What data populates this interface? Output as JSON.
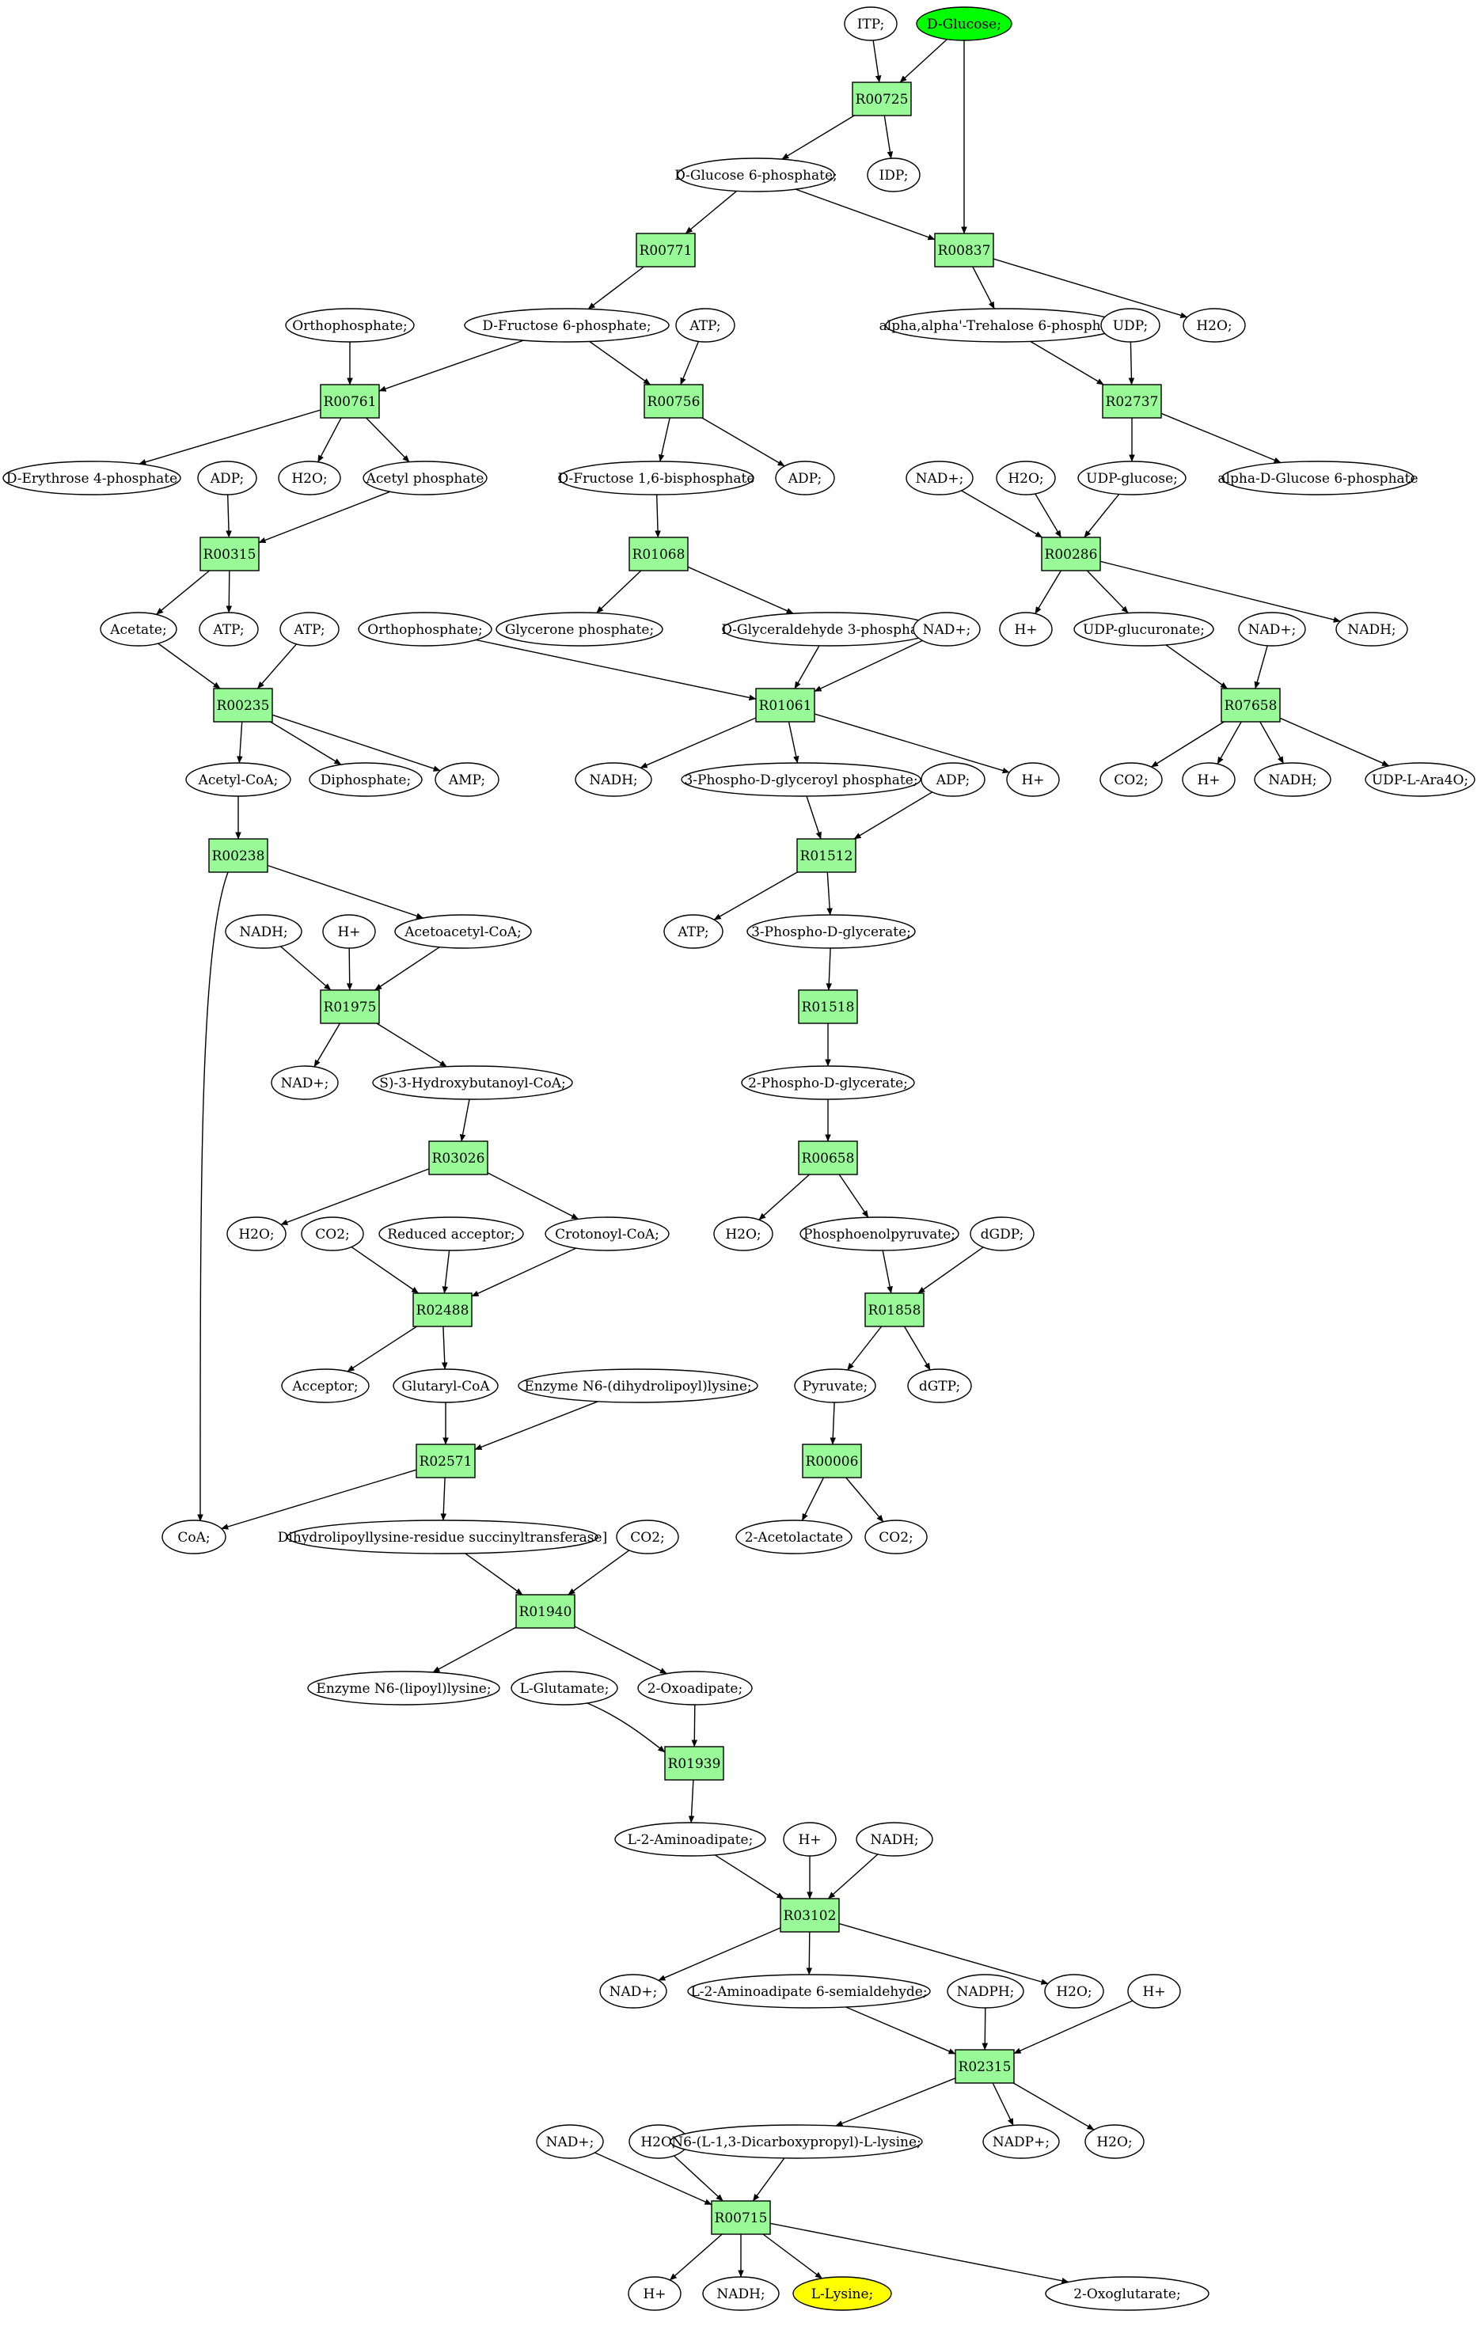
{
  "colors": {
    "reaction": "#98fb98",
    "compound": "#ffffff",
    "start": "#00ff00",
    "target": "#ffff00",
    "line": "#000000"
  },
  "nodes": {
    "ITP": {
      "label": "ITP;",
      "kind": "compound"
    },
    "DGLC": {
      "label": "D-Glucose;",
      "kind": "start"
    },
    "R00725": {
      "label": "R00725",
      "kind": "reaction"
    },
    "G6P": {
      "label": "D-Glucose 6-phosphate;",
      "kind": "compound"
    },
    "IDP": {
      "label": "IDP;",
      "kind": "compound"
    },
    "R00771": {
      "label": "R00771",
      "kind": "reaction"
    },
    "R00837": {
      "label": "R00837",
      "kind": "reaction"
    },
    "ORTHO1": {
      "label": "Orthophosphate;",
      "kind": "compound"
    },
    "F6P": {
      "label": "D-Fructose 6-phosphate;",
      "kind": "compound"
    },
    "ATP1": {
      "label": "ATP;",
      "kind": "compound"
    },
    "TRE6P": {
      "label": "alpha,alpha'-Trehalose 6-phosphate;",
      "kind": "compound"
    },
    "UDP": {
      "label": "UDP;",
      "kind": "compound"
    },
    "H2O_1": {
      "label": "H2O;",
      "kind": "compound"
    },
    "R00761": {
      "label": "R00761",
      "kind": "reaction"
    },
    "R00756": {
      "label": "R00756",
      "kind": "reaction"
    },
    "R02737": {
      "label": "R02737",
      "kind": "reaction"
    },
    "E4P": {
      "label": "D-Erythrose 4-phosphate",
      "kind": "compound"
    },
    "ADP1": {
      "label": "ADP;",
      "kind": "compound"
    },
    "H2O_2": {
      "label": "H2O;",
      "kind": "compound"
    },
    "ACP": {
      "label": "Acetyl phosphate",
      "kind": "compound"
    },
    "FBP": {
      "label": "D-Fructose 1,6-bisphosphate",
      "kind": "compound"
    },
    "ADP2": {
      "label": "ADP;",
      "kind": "compound"
    },
    "NADp1": {
      "label": "NAD+;",
      "kind": "compound"
    },
    "H2O_3": {
      "label": "H2O;",
      "kind": "compound"
    },
    "UDPG": {
      "label": "UDP-glucose;",
      "kind": "compound"
    },
    "AG6P": {
      "label": "alpha-D-Glucose 6-phosphate",
      "kind": "compound"
    },
    "R00315": {
      "label": "R00315",
      "kind": "reaction"
    },
    "R01068": {
      "label": "R01068",
      "kind": "reaction"
    },
    "R00286": {
      "label": "R00286",
      "kind": "reaction"
    },
    "ACE": {
      "label": "Acetate;",
      "kind": "compound"
    },
    "ATP2": {
      "label": "ATP;",
      "kind": "compound"
    },
    "ATP3": {
      "label": "ATP;",
      "kind": "compound"
    },
    "ORTHO2": {
      "label": "Orthophosphate;",
      "kind": "compound"
    },
    "GLYP": {
      "label": "Glycerone phosphate;",
      "kind": "compound"
    },
    "GAP": {
      "label": "D-Glyceraldehyde 3-phosphate;",
      "kind": "compound"
    },
    "NADp2": {
      "label": "NAD+;",
      "kind": "compound"
    },
    "Hp1": {
      "label": "H+",
      "kind": "compound"
    },
    "UDPGA": {
      "label": "UDP-glucuronate;",
      "kind": "compound"
    },
    "NADp3": {
      "label": "NAD+;",
      "kind": "compound"
    },
    "NADH1": {
      "label": "NADH;",
      "kind": "compound"
    },
    "R00235": {
      "label": "R00235",
      "kind": "reaction"
    },
    "R01061": {
      "label": "R01061",
      "kind": "reaction"
    },
    "R07658": {
      "label": "R07658",
      "kind": "reaction"
    },
    "ACOA": {
      "label": "Acetyl-CoA;",
      "kind": "compound"
    },
    "DIP": {
      "label": "Diphosphate;",
      "kind": "compound"
    },
    "AMP": {
      "label": "AMP;",
      "kind": "compound"
    },
    "NADH2": {
      "label": "NADH;",
      "kind": "compound"
    },
    "PGP": {
      "label": "3-Phospho-D-glyceroyl phosphate;",
      "kind": "compound"
    },
    "ADP3": {
      "label": "ADP;",
      "kind": "compound"
    },
    "Hp2": {
      "label": "H+",
      "kind": "compound"
    },
    "CO2_1": {
      "label": "CO2;",
      "kind": "compound"
    },
    "Hp3": {
      "label": "H+",
      "kind": "compound"
    },
    "NADH3": {
      "label": "NADH;",
      "kind": "compound"
    },
    "UDPARA": {
      "label": "UDP-L-Ara4O;",
      "kind": "compound"
    },
    "R00238": {
      "label": "R00238",
      "kind": "reaction"
    },
    "R01512": {
      "label": "R01512",
      "kind": "reaction"
    },
    "NADH4": {
      "label": "NADH;",
      "kind": "compound"
    },
    "Hp4": {
      "label": "H+",
      "kind": "compound"
    },
    "AACOA": {
      "label": "Acetoacetyl-CoA;",
      "kind": "compound"
    },
    "ATP4": {
      "label": "ATP;",
      "kind": "compound"
    },
    "PG3": {
      "label": "3-Phospho-D-glycerate;",
      "kind": "compound"
    },
    "R01975": {
      "label": "R01975",
      "kind": "reaction"
    },
    "R01518": {
      "label": "R01518",
      "kind": "reaction"
    },
    "NADp4": {
      "label": "NAD+;",
      "kind": "compound"
    },
    "HBCOA": {
      "label": "S)-3-Hydroxybutanoyl-CoA;",
      "kind": "compound"
    },
    "PG2": {
      "label": "2-Phospho-D-glycerate;",
      "kind": "compound"
    },
    "R03026": {
      "label": "R03026",
      "kind": "reaction"
    },
    "R00658": {
      "label": "R00658",
      "kind": "reaction"
    },
    "H2O_4": {
      "label": "H2O;",
      "kind": "compound"
    },
    "CO2_2": {
      "label": "CO2;",
      "kind": "compound"
    },
    "REDACC": {
      "label": "Reduced acceptor;",
      "kind": "compound"
    },
    "CRCOA": {
      "label": "Crotonoyl-CoA;",
      "kind": "compound"
    },
    "H2O_5": {
      "label": "H2O;",
      "kind": "compound"
    },
    "PEP": {
      "label": "Phosphoenolpyruvate;",
      "kind": "compound"
    },
    "DGDP": {
      "label": "dGDP;",
      "kind": "compound"
    },
    "R02488": {
      "label": "R02488",
      "kind": "reaction"
    },
    "R01858": {
      "label": "R01858",
      "kind": "reaction"
    },
    "ACC": {
      "label": "Acceptor;",
      "kind": "compound"
    },
    "GLUCOA": {
      "label": "Glutaryl-CoA",
      "kind": "compound"
    },
    "ENZDL": {
      "label": "Enzyme N6-(dihydrolipoyl)lysine;",
      "kind": "compound"
    },
    "PYR": {
      "label": "Pyruvate;",
      "kind": "compound"
    },
    "DGTP": {
      "label": "dGTP;",
      "kind": "compound"
    },
    "R02571": {
      "label": "R02571",
      "kind": "reaction"
    },
    "R00006": {
      "label": "R00006",
      "kind": "reaction"
    },
    "COA": {
      "label": "CoA;",
      "kind": "compound"
    },
    "DHLST": {
      "label": "Dihydrolipoyllysine-residue succinyltransferase]",
      "kind": "compound"
    },
    "CO2_3": {
      "label": "CO2;",
      "kind": "compound"
    },
    "ACL": {
      "label": "2-Acetolactate",
      "kind": "compound"
    },
    "CO2_4": {
      "label": "CO2;",
      "kind": "compound"
    },
    "R01940": {
      "label": "R01940",
      "kind": "reaction"
    },
    "ENZL": {
      "label": "Enzyme N6-(lipoyl)lysine;",
      "kind": "compound"
    },
    "LGLU": {
      "label": "L-Glutamate;",
      "kind": "compound"
    },
    "OXAD": {
      "label": "2-Oxoadipate;",
      "kind": "compound"
    },
    "R01939": {
      "label": "R01939",
      "kind": "reaction"
    },
    "L2AA": {
      "label": "L-2-Aminoadipate;",
      "kind": "compound"
    },
    "Hp5": {
      "label": "H+",
      "kind": "compound"
    },
    "NADH5": {
      "label": "NADH;",
      "kind": "compound"
    },
    "R03102": {
      "label": "R03102",
      "kind": "reaction"
    },
    "NADp5": {
      "label": "NAD+;",
      "kind": "compound"
    },
    "L2AASA": {
      "label": "L-2-Aminoadipate 6-semialdehyde;",
      "kind": "compound"
    },
    "NADPH": {
      "label": "NADPH;",
      "kind": "compound"
    },
    "H2O_6": {
      "label": "H2O;",
      "kind": "compound"
    },
    "Hp6": {
      "label": "H+",
      "kind": "compound"
    },
    "R02315": {
      "label": "R02315",
      "kind": "reaction"
    },
    "NADp6": {
      "label": "NAD+;",
      "kind": "compound"
    },
    "H2O_7": {
      "label": "H2O;",
      "kind": "compound"
    },
    "SACCH": {
      "label": "N6-(L-1,3-Dicarboxypropyl)-L-lysine;",
      "kind": "compound"
    },
    "NADPp": {
      "label": "NADP+;",
      "kind": "compound"
    },
    "H2O_8": {
      "label": "H2O;",
      "kind": "compound"
    },
    "R00715": {
      "label": "R00715",
      "kind": "reaction"
    },
    "Hp7": {
      "label": "H+",
      "kind": "compound"
    },
    "NADH6": {
      "label": "NADH;",
      "kind": "compound"
    },
    "LLYS": {
      "label": "L-Lysine;",
      "kind": "target"
    },
    "OXGLU": {
      "label": "2-Oxoglutarate;",
      "kind": "compound"
    }
  },
  "edges": [
    [
      "ITP",
      "R00725"
    ],
    [
      "DGLC",
      "R00725"
    ],
    [
      "DGLC",
      "R00837"
    ],
    [
      "R00725",
      "G6P"
    ],
    [
      "R00725",
      "IDP"
    ],
    [
      "G6P",
      "R00771"
    ],
    [
      "G6P",
      "R00837"
    ],
    [
      "R00771",
      "F6P"
    ],
    [
      "R00837",
      "TRE6P"
    ],
    [
      "R00837",
      "H2O_1"
    ],
    [
      "ORTHO1",
      "R00761"
    ],
    [
      "F6P",
      "R00761"
    ],
    [
      "F6P",
      "R00756"
    ],
    [
      "ATP1",
      "R00756"
    ],
    [
      "TRE6P",
      "R02737"
    ],
    [
      "UDP",
      "R02737"
    ],
    [
      "R00761",
      "E4P"
    ],
    [
      "R00761",
      "H2O_2"
    ],
    [
      "R00761",
      "ACP"
    ],
    [
      "R00756",
      "FBP"
    ],
    [
      "R00756",
      "ADP2"
    ],
    [
      "R02737",
      "UDPG"
    ],
    [
      "R02737",
      "AG6P"
    ],
    [
      "ADP1",
      "R00315"
    ],
    [
      "ACP",
      "R00315"
    ],
    [
      "FBP",
      "R01068"
    ],
    [
      "NADp1",
      "R00286"
    ],
    [
      "H2O_3",
      "R00286"
    ],
    [
      "UDPG",
      "R00286"
    ],
    [
      "R00315",
      "ACE"
    ],
    [
      "R00315",
      "ATP2"
    ],
    [
      "R01068",
      "GLYP"
    ],
    [
      "R01068",
      "GAP"
    ],
    [
      "R00286",
      "Hp1"
    ],
    [
      "R00286",
      "UDPGA"
    ],
    [
      "R00286",
      "NADH1"
    ],
    [
      "ACE",
      "R00235"
    ],
    [
      "ATP3",
      "R00235"
    ],
    [
      "ORTHO2",
      "R01061"
    ],
    [
      "GAP",
      "R01061"
    ],
    [
      "NADp2",
      "R01061"
    ],
    [
      "UDPGA",
      "R07658"
    ],
    [
      "NADp3",
      "R07658"
    ],
    [
      "R00235",
      "ACOA"
    ],
    [
      "R00235",
      "DIP"
    ],
    [
      "R00235",
      "AMP"
    ],
    [
      "R01061",
      "NADH2"
    ],
    [
      "R01061",
      "PGP"
    ],
    [
      "R01061",
      "Hp2"
    ],
    [
      "R07658",
      "CO2_1"
    ],
    [
      "R07658",
      "Hp3"
    ],
    [
      "R07658",
      "NADH3"
    ],
    [
      "R07658",
      "UDPARA"
    ],
    [
      "ACOA",
      "R00238"
    ],
    [
      "PGP",
      "R01512"
    ],
    [
      "ADP3",
      "R01512"
    ],
    [
      "R00238",
      "AACOA"
    ],
    [
      "R00238",
      "COA"
    ],
    [
      "R01512",
      "ATP4"
    ],
    [
      "R01512",
      "PG3"
    ],
    [
      "NADH4",
      "R01975"
    ],
    [
      "Hp4",
      "R01975"
    ],
    [
      "AACOA",
      "R01975"
    ],
    [
      "PG3",
      "R01518"
    ],
    [
      "R01975",
      "NADp4"
    ],
    [
      "R01975",
      "HBCOA"
    ],
    [
      "R01518",
      "PG2"
    ],
    [
      "HBCOA",
      "R03026"
    ],
    [
      "PG2",
      "R00658"
    ],
    [
      "R03026",
      "H2O_4"
    ],
    [
      "R03026",
      "CRCOA"
    ],
    [
      "R00658",
      "H2O_5"
    ],
    [
      "R00658",
      "PEP"
    ],
    [
      "CO2_2",
      "R02488"
    ],
    [
      "REDACC",
      "R02488"
    ],
    [
      "CRCOA",
      "R02488"
    ],
    [
      "PEP",
      "R01858"
    ],
    [
      "DGDP",
      "R01858"
    ],
    [
      "R02488",
      "ACC"
    ],
    [
      "R02488",
      "GLUCOA"
    ],
    [
      "R01858",
      "PYR"
    ],
    [
      "R01858",
      "DGTP"
    ],
    [
      "GLUCOA",
      "R02571"
    ],
    [
      "ENZDL",
      "R02571"
    ],
    [
      "PYR",
      "R00006"
    ],
    [
      "R02571",
      "COA"
    ],
    [
      "R02571",
      "DHLST"
    ],
    [
      "R00006",
      "ACL"
    ],
    [
      "R00006",
      "CO2_4"
    ],
    [
      "DHLST",
      "R01940"
    ],
    [
      "CO2_3",
      "R01940"
    ],
    [
      "R01940",
      "ENZL"
    ],
    [
      "R01940",
      "OXAD"
    ],
    [
      "LGLU",
      "R01939"
    ],
    [
      "OXAD",
      "R01939"
    ],
    [
      "R01939",
      "L2AA"
    ],
    [
      "L2AA",
      "R03102"
    ],
    [
      "Hp5",
      "R03102"
    ],
    [
      "NADH5",
      "R03102"
    ],
    [
      "R03102",
      "NADp5"
    ],
    [
      "R03102",
      "L2AASA"
    ],
    [
      "R03102",
      "H2O_6"
    ],
    [
      "L2AASA",
      "R02315"
    ],
    [
      "NADPH",
      "R02315"
    ],
    [
      "Hp6",
      "R02315"
    ],
    [
      "R02315",
      "SACCH"
    ],
    [
      "R02315",
      "NADPp"
    ],
    [
      "R02315",
      "H2O_8"
    ],
    [
      "NADp6",
      "R00715"
    ],
    [
      "H2O_7",
      "R00715"
    ],
    [
      "SACCH",
      "R00715"
    ],
    [
      "R00715",
      "Hp7"
    ],
    [
      "R00715",
      "NADH6"
    ],
    [
      "R00715",
      "LLYS"
    ],
    [
      "R00715",
      "OXGLU"
    ]
  ]
}
